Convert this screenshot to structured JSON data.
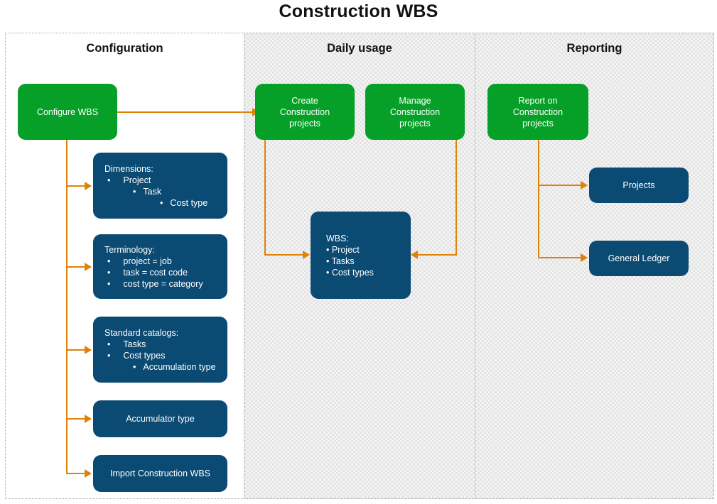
{
  "title": "Construction WBS",
  "lanes": [
    {
      "id": "configuration",
      "label": "Configuration"
    },
    {
      "id": "daily-usage",
      "label": "Daily usage"
    },
    {
      "id": "reporting",
      "label": "Reporting"
    }
  ],
  "nodes": {
    "configure_wbs": {
      "label": "Configure WBS",
      "color": "#06a028"
    },
    "dimensions": {
      "heading": "Dimensions:",
      "items": [
        "Project",
        "Task",
        "Cost type"
      ],
      "color": "#0b4a72"
    },
    "terminology": {
      "heading": "Terminology:",
      "items": [
        "project = job",
        "task = cost code",
        "cost type = category"
      ],
      "color": "#0b4a72"
    },
    "standard_catalogs": {
      "heading": "Standard catalogs:",
      "items": [
        "Tasks",
        "Cost types",
        "Accumulation type"
      ],
      "color": "#0b4a72"
    },
    "accumulator_type": {
      "label": "Accumulator type",
      "color": "#0b4a72"
    },
    "import_wbs": {
      "label": "Import Construction WBS",
      "color": "#0b4a72"
    },
    "create_projects": {
      "line1": "Create",
      "line2": "Construction",
      "line3": "projects",
      "color": "#06a028"
    },
    "manage_projects": {
      "line1": "Manage",
      "line2": "Construction",
      "line3": "projects",
      "color": "#06a028"
    },
    "wbs": {
      "heading": "WBS:",
      "items": [
        "• Project",
        "• Tasks",
        "• Cost types"
      ],
      "color": "#0b4a72"
    },
    "report_projects": {
      "line1": "Report on",
      "line2": "Construction",
      "line3": "projects",
      "color": "#06a028"
    },
    "projects": {
      "label": "Projects",
      "color": "#0b4a72"
    },
    "general_ledger": {
      "label": "General Ledger",
      "color": "#0b4a72"
    }
  },
  "colors": {
    "green": "#06a028",
    "navy": "#0b4a72",
    "connector": "#e08208",
    "lane_background": "#f4f4f4",
    "lane_border": "#a6a6a6",
    "text_dark": "#121212"
  },
  "bullet_glyph": "•"
}
